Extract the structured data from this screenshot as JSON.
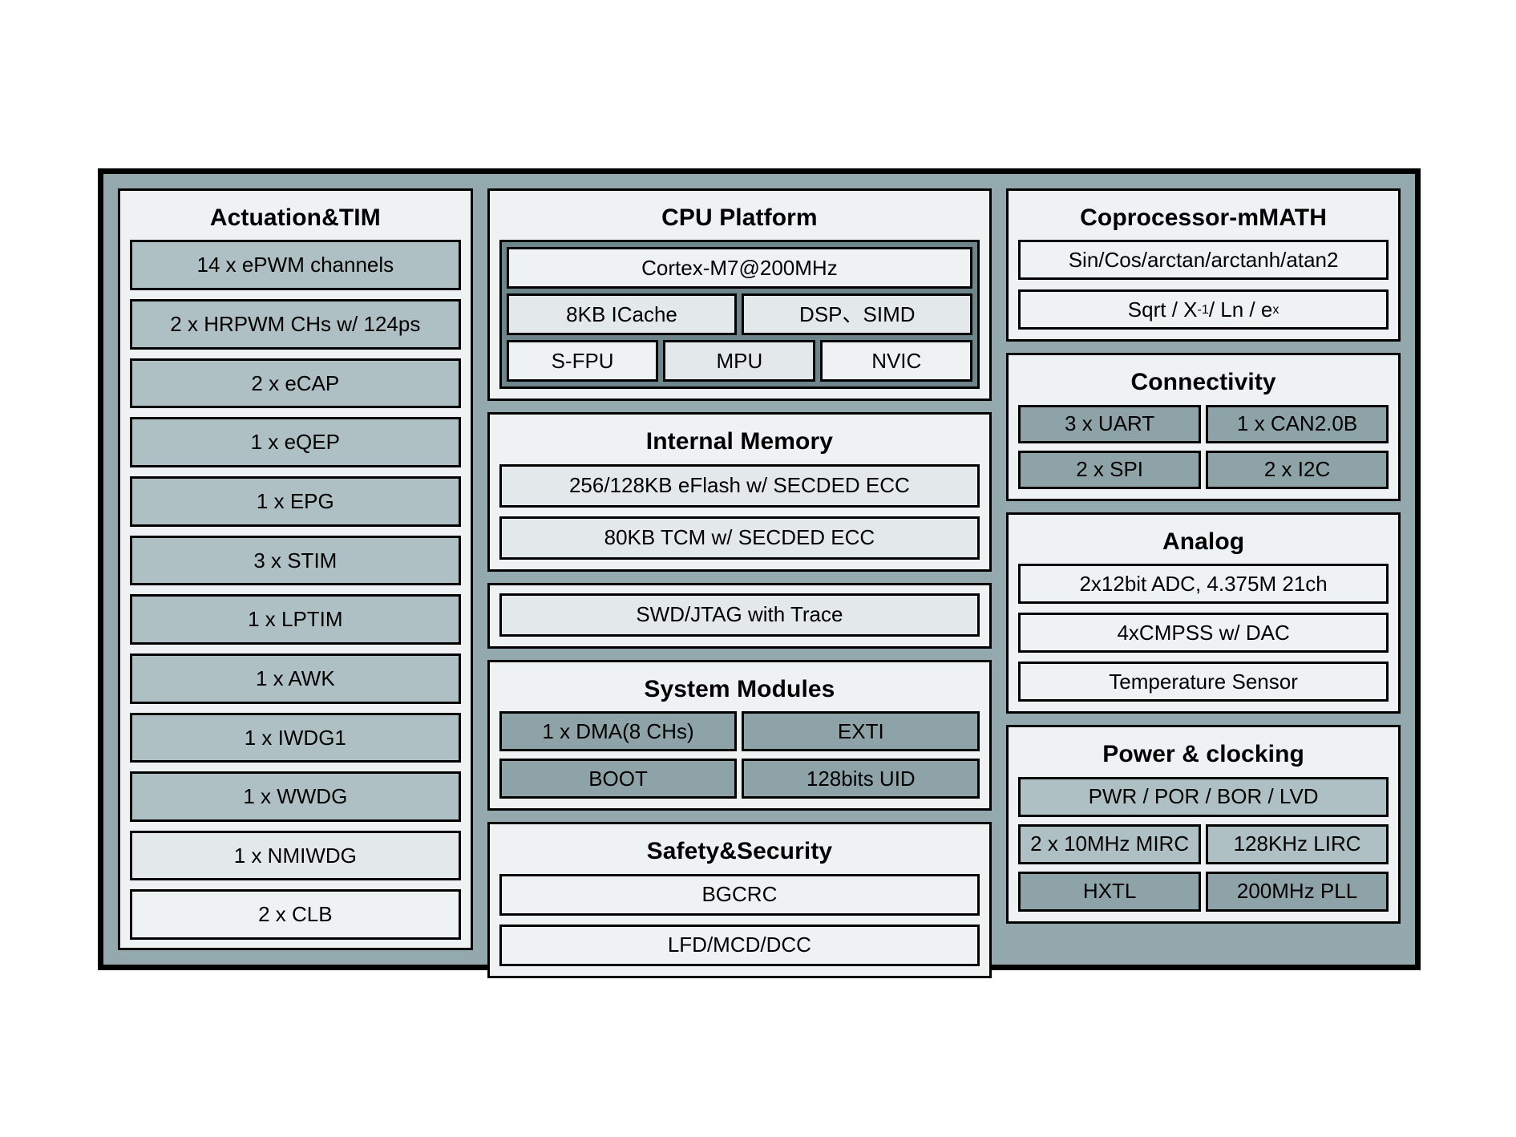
{
  "diagram": {
    "title_visible": false,
    "colors": {
      "chip_frame_fill": "#94a9ae",
      "chip_frame_border": "#000000",
      "panel_fill": "#eef2f3",
      "cell_pale": "#e3e9eb",
      "cell_mid": "#afc0c4",
      "cell_dark": "#8ea3a8",
      "cpu_inner_fill": "#6f858c"
    }
  },
  "left_column": {
    "actuation": {
      "title": "Actuation&TIM",
      "items": [
        {
          "label": "14 x ePWM channels",
          "tone": "tone-mid"
        },
        {
          "label": "2 x HRPWM CHs w/ 124ps",
          "tone": "tone-mid"
        },
        {
          "label": "2 x eCAP",
          "tone": "tone-mid"
        },
        {
          "label": "1 x eQEP",
          "tone": "tone-mid"
        },
        {
          "label": "1 x EPG",
          "tone": "tone-mid"
        },
        {
          "label": "3 x STIM",
          "tone": "tone-mid"
        },
        {
          "label": "1 x LPTIM",
          "tone": "tone-mid"
        },
        {
          "label": "1 x AWK",
          "tone": "tone-mid"
        },
        {
          "label": "1 x IWDG1",
          "tone": "tone-mid"
        },
        {
          "label": "1 x WWDG",
          "tone": "tone-mid"
        },
        {
          "label": "1 x NMIWDG",
          "tone": "tone-pale"
        },
        {
          "label": "2 x CLB",
          "tone": "tone-light"
        }
      ]
    }
  },
  "middle_column": {
    "cpu_platform": {
      "title": "CPU Platform",
      "core": {
        "label": "Cortex-M7@200MHz",
        "tone": "tone-light"
      },
      "row_cache": [
        {
          "label": "8KB ICache",
          "tone": "tone-pale"
        },
        {
          "label": "DSP、SIMD",
          "tone": "tone-pale"
        }
      ],
      "row_units": [
        {
          "label": "S-FPU",
          "tone": "tone-light"
        },
        {
          "label": "MPU",
          "tone": "tone-pale"
        },
        {
          "label": "NVIC",
          "tone": "tone-light"
        }
      ]
    },
    "internal_memory": {
      "title": "Internal Memory",
      "items": [
        {
          "label": "256/128KB eFlash w/ SECDED ECC",
          "tone": "tone-pale"
        },
        {
          "label": "80KB TCM w/ SECDED ECC",
          "tone": "tone-pale"
        }
      ]
    },
    "debug": {
      "items": [
        {
          "label": "SWD/JTAG with Trace",
          "tone": "tone-pale"
        }
      ]
    },
    "system_modules": {
      "title": "System Modules",
      "row1": [
        {
          "label": "1 x DMA(8 CHs)",
          "tone": "tone-dark"
        },
        {
          "label": "EXTI",
          "tone": "tone-dark"
        }
      ],
      "row2": [
        {
          "label": "BOOT",
          "tone": "tone-dark"
        },
        {
          "label": "128bits UID",
          "tone": "tone-dark"
        }
      ]
    },
    "safety_security": {
      "title": "Safety&Security",
      "items": [
        {
          "label": "BGCRC",
          "tone": "tone-light"
        },
        {
          "label": "LFD/MCD/DCC",
          "tone": "tone-light"
        }
      ]
    }
  },
  "right_column": {
    "coprocessor": {
      "title": "Coprocessor-mMATH",
      "items": [
        {
          "label": "Sin/Cos/arctan/arctanh/atan2",
          "tone": "tone-light",
          "html": false
        },
        {
          "label": "Sqrt / X-1 / Ln / ex",
          "tone": "tone-light",
          "html": true,
          "parts": [
            {
              "text": "Sqrt / X",
              "sup": false
            },
            {
              "text": "-1",
              "sup": true
            },
            {
              "text": " / Ln / e",
              "sup": false
            },
            {
              "text": "x",
              "sup": true
            }
          ]
        }
      ]
    },
    "connectivity": {
      "title": "Connectivity",
      "row1": [
        {
          "label": "3 x UART",
          "tone": "tone-dark"
        },
        {
          "label": "1 x CAN2.0B",
          "tone": "tone-dark"
        }
      ],
      "row2": [
        {
          "label": "2 x SPI",
          "tone": "tone-dark"
        },
        {
          "label": "2 x I2C",
          "tone": "tone-dark"
        }
      ]
    },
    "analog": {
      "title": "Analog",
      "items": [
        {
          "label": "2x12bit ADC, 4.375M 21ch",
          "tone": "tone-light"
        },
        {
          "label": "4xCMPSS w/ DAC",
          "tone": "tone-light"
        },
        {
          "label": "Temperature Sensor",
          "tone": "tone-light"
        }
      ]
    },
    "power_clocking": {
      "title": "Power & clocking",
      "full_row": {
        "label": "PWR / POR / BOR / LVD",
        "tone": "tone-mid"
      },
      "row1": [
        {
          "label": "2 x 10MHz MIRC",
          "tone": "tone-mid"
        },
        {
          "label": "128KHz LIRC",
          "tone": "tone-mid"
        }
      ],
      "row2": [
        {
          "label": "HXTL",
          "tone": "tone-dark"
        },
        {
          "label": "200MHz PLL",
          "tone": "tone-dark"
        }
      ]
    }
  }
}
